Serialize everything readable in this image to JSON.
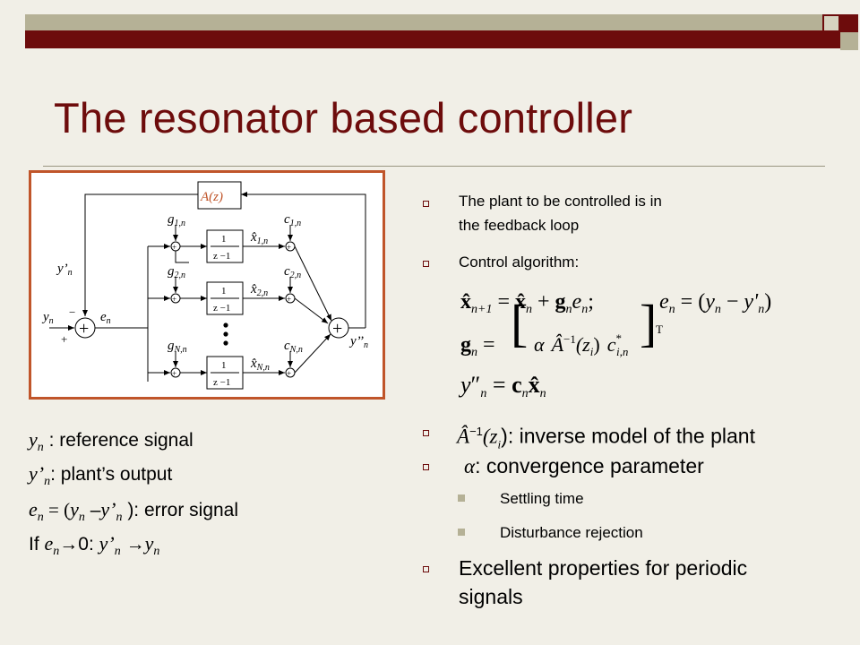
{
  "slide": {
    "title": "The resonator based controller"
  },
  "diagram": {
    "block_A": "A(z)",
    "ynp_left": "y’",
    "ynp_sub": "n",
    "yn": "y",
    "yn_sub": "n",
    "en": "e",
    "en_sub": "n",
    "minus": "−",
    "plus": "+",
    "plus_circle": "+",
    "ypp": "y’’",
    "ypp_sub": "n",
    "g1": "g",
    "g1_sub": "1,n",
    "g2": "g",
    "g2_sub": "2,n",
    "gN": "g",
    "gN_sub": "N,n",
    "c1": "c",
    "c1_sub": "1,n",
    "c2": "c",
    "c2_sub": "2,n",
    "cN": "c",
    "cN_sub": "N,n",
    "x1": "x̂",
    "x1_sub": "1,n",
    "x2": "x̂",
    "x2_sub": "2,n",
    "xN": "x̂",
    "xN_sub": "N,n",
    "block_num": "1",
    "block_den": "z −1",
    "sum_mark": "+",
    "dots": "•"
  },
  "definitions": [
    {
      "sym": "y",
      "sub": "n",
      "text": " : reference signal"
    },
    {
      "sym": "y’",
      "sub": "n",
      "text": ": plant’s output"
    },
    {
      "sym": "e",
      "sub": "n",
      "text": " = (",
      "sym2": "y",
      "sub2": "n",
      "mid": " –",
      "sym3": "y’",
      "sub3": "n",
      "text2": " ): error signal"
    },
    {
      "pre": "If ",
      "sym": "e",
      "sub": "n",
      "arrow": "→0:   ",
      "sym2": "y’",
      "sub2": "n",
      "arrow2": " →",
      "sym3": "y",
      "sub3": "n"
    }
  ],
  "bullets": {
    "b1_line1": "The plant to be controlled is in",
    "b1_line2": "the feedback loop",
    "b2": "Control algorithm:",
    "b3_sym": "Â",
    "b3_sup": "−1",
    "b3_arg": "(z",
    "b3_argsub": "i",
    "b3_close": ")",
    "b3_text": ": inverse model of the plant",
    "b4_sym": "α",
    "b4_text": ": convergence parameter",
    "sub1": "Settling time",
    "sub2": "Disturbance rejection",
    "b5_line1": "Excellent properties for periodic",
    "b5_line2": "signals"
  },
  "formula": {
    "l1_xhat": "x̂",
    "l1_sub1": "n+1",
    "l1_eq": " = ",
    "l1_xhat2": "x̂",
    "l1_sub2": "n",
    "l1_plus": " + ",
    "l1_g": "g",
    "l1_sub3": "n",
    "l1_e": "e",
    "l1_sub4": "n",
    "l1_semi": ";",
    "l1_e2": "e",
    "l1_sub5": "n",
    "l1_rhs": " = (",
    "l1_y": "y",
    "l1_sub6": "n",
    "l1_minus": " − ",
    "l1_yp": "y'",
    "l1_sub7": "n",
    "l1_end": ")",
    "l2_g": "g",
    "l2_sub": "n",
    "l2_eq": " = ",
    "l2_alpha": "α",
    "l2_A": "Â",
    "l2_sup": "−1",
    "l2_arg": "(z",
    "l2_argsub": "i",
    "l2_close": ")",
    "l2_c": "c",
    "l2_csub": "i,n",
    "l2_star": "*",
    "l2_T": "T",
    "l3_y": "y",
    "l3_pp": "″",
    "l3_sub": "n",
    "l3_eq": " = ",
    "l3_c": "c",
    "l3_csub": "n",
    "l3_x": "x̂",
    "l3_xsub": "n"
  }
}
